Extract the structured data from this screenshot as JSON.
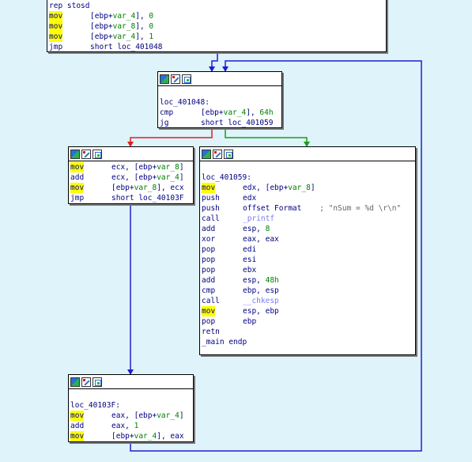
{
  "block_top": {
    "lines": [
      {
        "mnemonic": "rep stosd",
        "operands": ""
      },
      {
        "mnemonic": "mov",
        "highlight": true,
        "operands": "[ebp+var_4], 0"
      },
      {
        "mnemonic": "mov",
        "highlight": true,
        "operands": "[ebp+var_8], 0"
      },
      {
        "mnemonic": "mov",
        "highlight": true,
        "operands": "[ebp+var_4], 1"
      },
      {
        "mnemonic": "jmp",
        "highlight": false,
        "operands": "short loc_401048"
      }
    ]
  },
  "block_401048": {
    "label": "loc_401048:",
    "lines": [
      {
        "mnemonic": "cmp",
        "operands": "[ebp+var_4], 64h"
      },
      {
        "mnemonic": "jg",
        "operands": "short loc_401059"
      }
    ]
  },
  "block_left": {
    "lines": [
      {
        "mnemonic": "mov",
        "highlight": true,
        "operands": "ecx, [ebp+var_8]"
      },
      {
        "mnemonic": "add",
        "operands": "ecx, [ebp+var_4]"
      },
      {
        "mnemonic": "mov",
        "highlight": true,
        "operands": "[ebp+var_8], ecx"
      },
      {
        "mnemonic": "jmp",
        "operands": "short loc_40103F"
      }
    ]
  },
  "block_401059": {
    "label": "loc_401059:",
    "lines": [
      {
        "mnemonic": "mov",
        "highlight": true,
        "operands": "edx, [ebp+var_8]"
      },
      {
        "mnemonic": "push",
        "operands": "edx"
      },
      {
        "mnemonic": "push",
        "operands": "offset Format",
        "comment": "; \"nSum = %d \\r\\n\""
      },
      {
        "mnemonic": "call",
        "operands": "_printf"
      },
      {
        "mnemonic": "add",
        "operands": "esp, 8"
      },
      {
        "mnemonic": "xor",
        "operands": "eax, eax"
      },
      {
        "mnemonic": "pop",
        "operands": "edi"
      },
      {
        "mnemonic": "pop",
        "operands": "esi"
      },
      {
        "mnemonic": "pop",
        "operands": "ebx"
      },
      {
        "mnemonic": "add",
        "operands": "esp, 48h"
      },
      {
        "mnemonic": "cmp",
        "operands": "ebp, esp"
      },
      {
        "mnemonic": "call",
        "operands": "__chkesp"
      },
      {
        "mnemonic": "mov",
        "highlight": true,
        "operands": "esp, ebp"
      },
      {
        "mnemonic": "pop",
        "operands": "ebp"
      },
      {
        "mnemonic": "retn",
        "operands": ""
      }
    ],
    "footer": "_main endp"
  },
  "block_40103F": {
    "label": "loc_40103F:",
    "lines": [
      {
        "mnemonic": "mov",
        "highlight": true,
        "operands": "eax, [ebp+var_4]"
      },
      {
        "mnemonic": "add",
        "operands": "eax, 1"
      },
      {
        "mnemonic": "mov",
        "highlight": true,
        "operands": "[ebp+var_4], eax"
      }
    ]
  },
  "colors": {
    "background": "#dff3fb",
    "edge_unconditional": "#1f1fd0",
    "edge_false": "#e02020",
    "edge_true": "#18a018",
    "mnemonic_highlight": "#ffff00"
  },
  "icons": [
    "graph-overview-icon",
    "edit-icon",
    "xrefs-icon"
  ]
}
